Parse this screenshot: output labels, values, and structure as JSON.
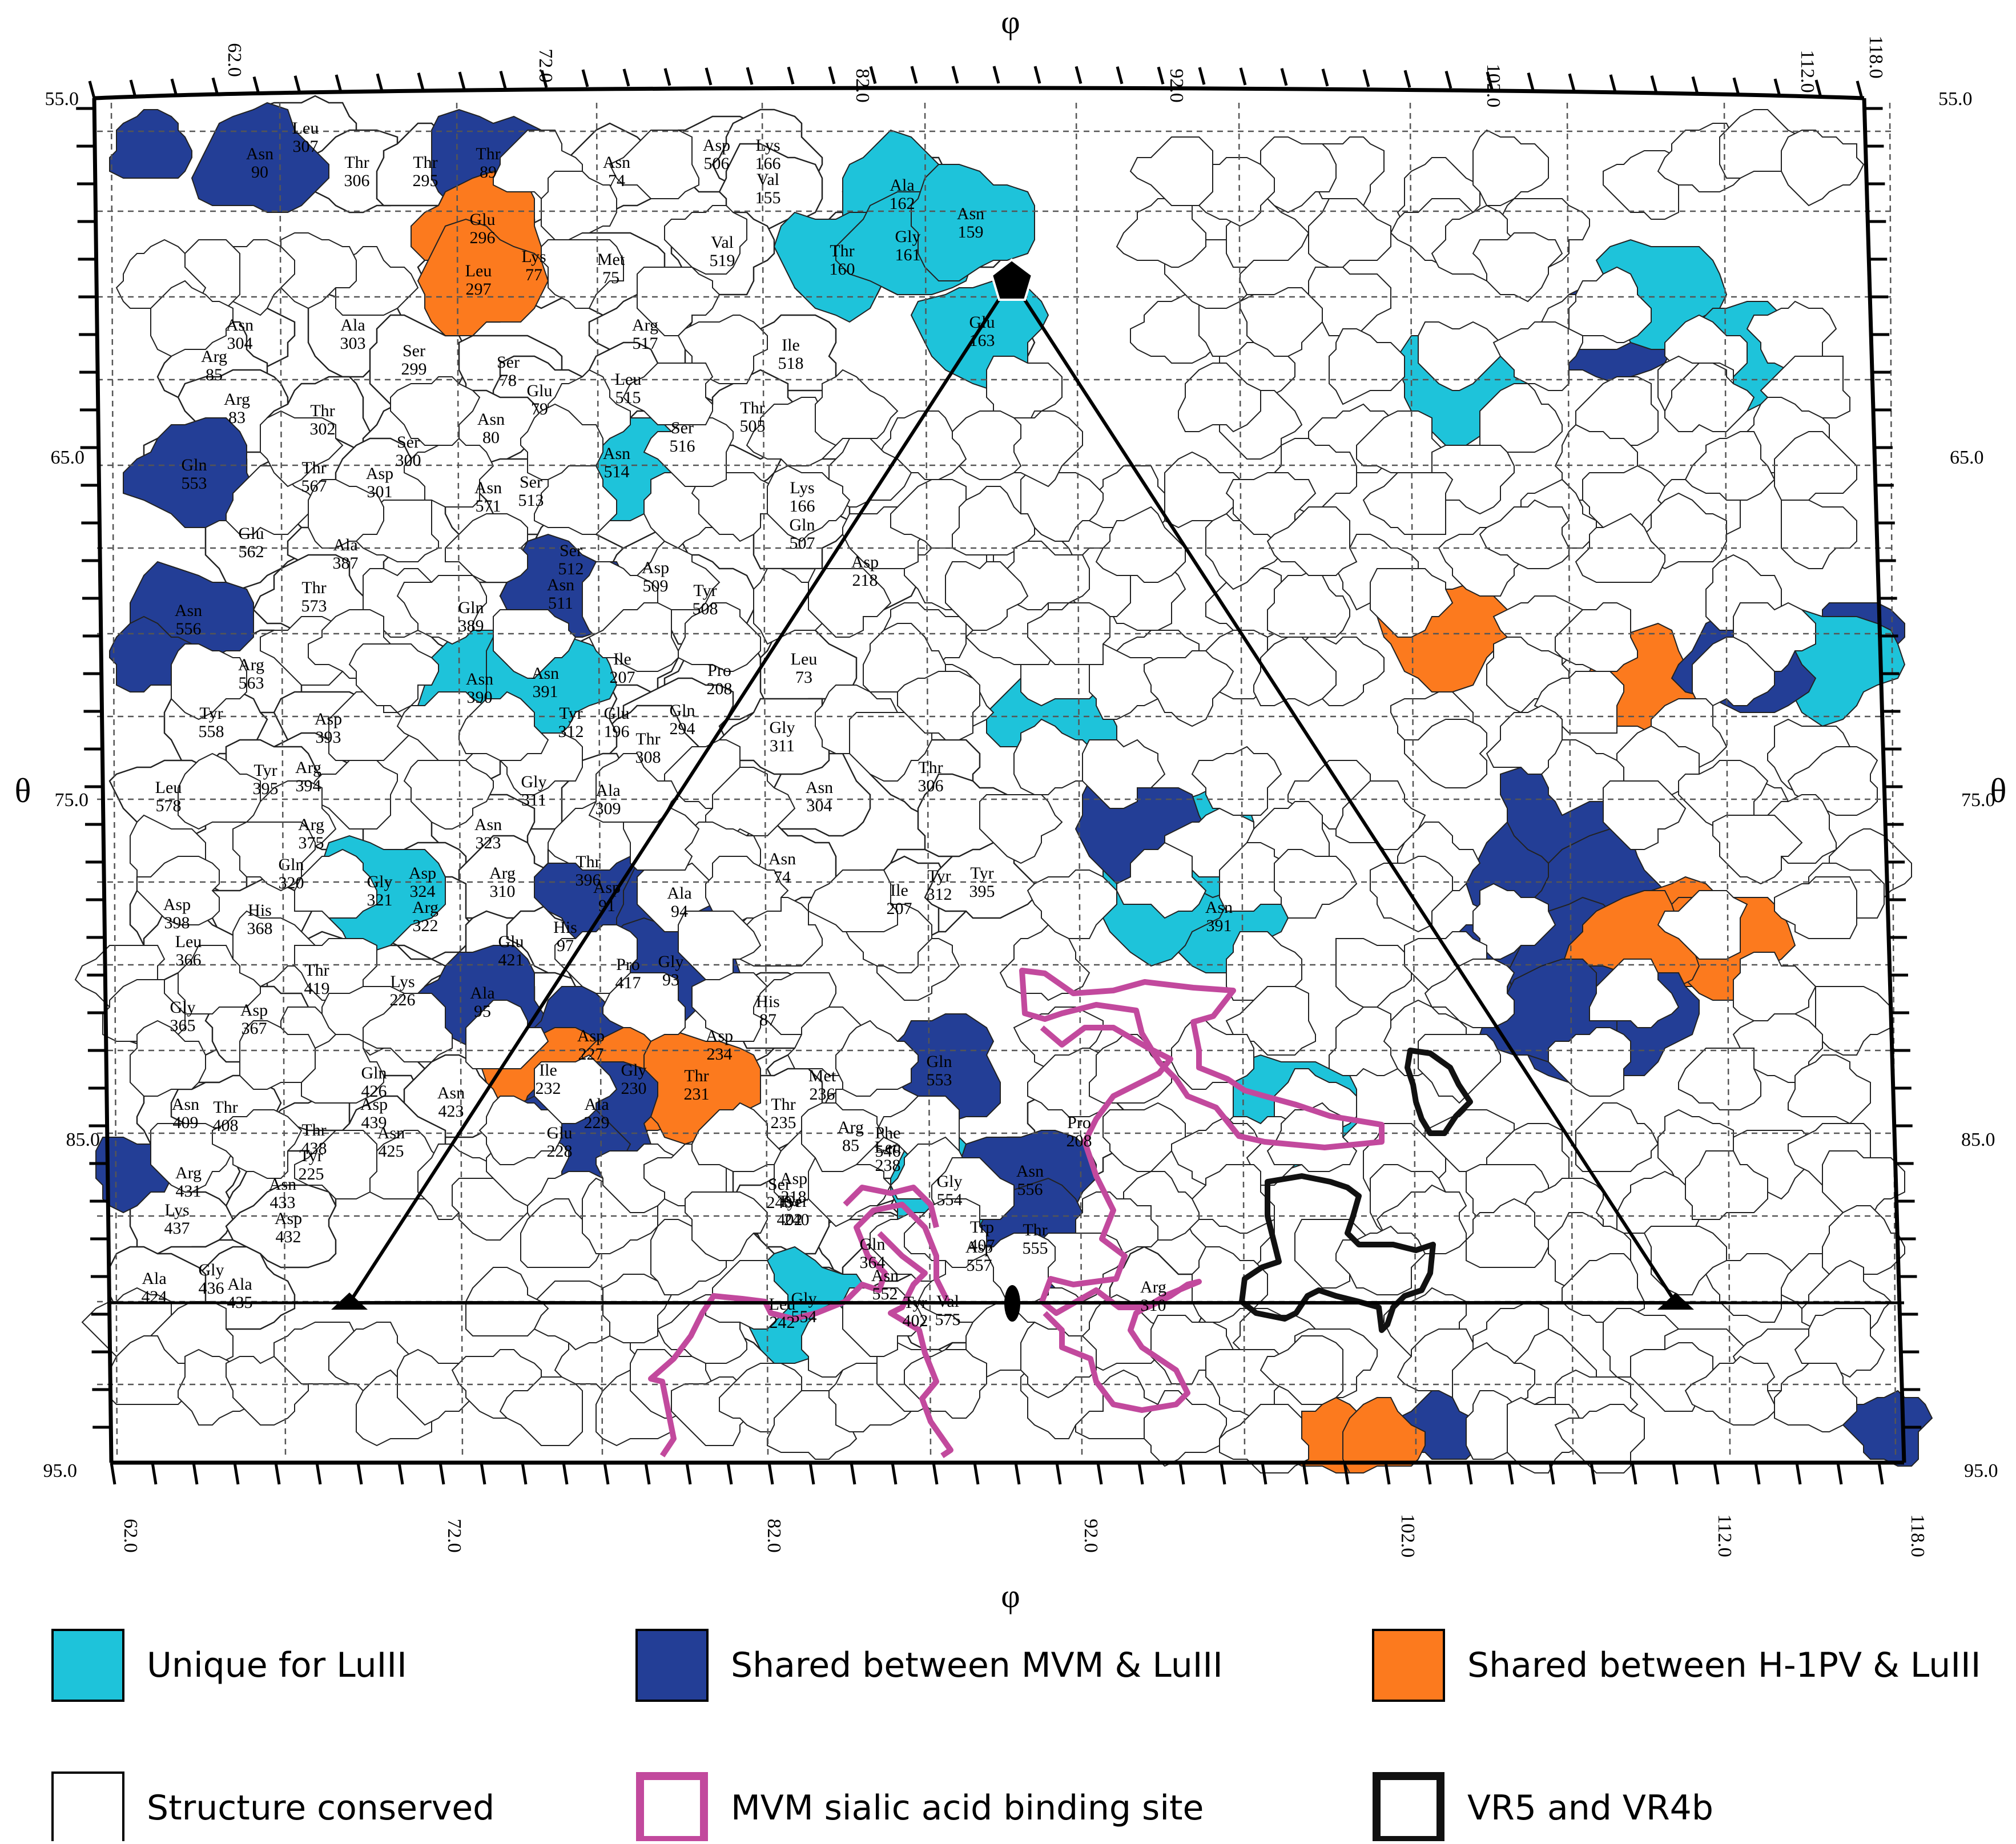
{
  "colors": {
    "unique": "#1ec3da",
    "mvm": "#233e96",
    "h1pv": "#fc7a1e",
    "conserved": "#ffffff",
    "sialic": "#c2499d",
    "vr": "#111111"
  },
  "axes": {
    "phi_symbol": "φ",
    "theta_symbol": "θ",
    "phi_top_ticks": [
      "62.0",
      "72.0",
      "82.0",
      "92.0",
      "102.0",
      "112.0",
      "118.0"
    ],
    "phi_bottom_ticks": [
      "62.0",
      "72.0",
      "82.0",
      "92.0",
      "102.0",
      "112.0",
      "118.0"
    ],
    "theta_ticks": [
      "55.0",
      "65.0",
      "75.0",
      "85.0",
      "95.0"
    ]
  },
  "symmetry": {
    "fivefold": "pentagon-icon",
    "threefold": "triangle-icon",
    "twofold": "ellipse-icon"
  },
  "legend": [
    {
      "key": "unique",
      "label": "Unique for LuIII"
    },
    {
      "key": "mvm",
      "label": "Shared between MVM & LuIII"
    },
    {
      "key": "h1pv",
      "label": "Shared between H-1PV & LuIII"
    },
    {
      "key": "conserved",
      "label": "Structure conserved"
    },
    {
      "key": "sialic",
      "label": "MVM sialic acid binding site"
    },
    {
      "key": "vr",
      "label": "VR5 and VR4b"
    }
  ],
  "residues": [
    {
      "name": "Asn",
      "num": "90",
      "cls": "mvm"
    },
    {
      "name": "Thr",
      "num": "89",
      "cls": "mvm"
    },
    {
      "name": "Leu",
      "num": "307",
      "cls": "conserved"
    },
    {
      "name": "Thr",
      "num": "306",
      "cls": "conserved"
    },
    {
      "name": "Thr",
      "num": "295",
      "cls": "conserved"
    },
    {
      "name": "Glu",
      "num": "296",
      "cls": "h1pv"
    },
    {
      "name": "Leu",
      "num": "297",
      "cls": "h1pv"
    },
    {
      "name": "Lys",
      "num": "77",
      "cls": "conserved"
    },
    {
      "name": "Asn",
      "num": "74",
      "cls": "conserved"
    },
    {
      "name": "Met",
      "num": "75",
      "cls": "conserved"
    },
    {
      "name": "Asp",
      "num": "506",
      "cls": "conserved"
    },
    {
      "name": "Lys",
      "num": "166",
      "cls": "conserved"
    },
    {
      "name": "Val",
      "num": "155",
      "cls": "conserved"
    },
    {
      "name": "Val",
      "num": "519",
      "cls": "conserved"
    },
    {
      "name": "Ala",
      "num": "162",
      "cls": "unique"
    },
    {
      "name": "Thr",
      "num": "160",
      "cls": "unique"
    },
    {
      "name": "Gly",
      "num": "161",
      "cls": "unique"
    },
    {
      "name": "Asn",
      "num": "159",
      "cls": "unique"
    },
    {
      "name": "Glu",
      "num": "163",
      "cls": "unique"
    },
    {
      "name": "Asn",
      "num": "304",
      "cls": "conserved"
    },
    {
      "name": "Ala",
      "num": "303",
      "cls": "conserved"
    },
    {
      "name": "Arg",
      "num": "517",
      "cls": "conserved"
    },
    {
      "name": "Arg",
      "num": "85",
      "cls": "conserved"
    },
    {
      "name": "Ser",
      "num": "299",
      "cls": "conserved"
    },
    {
      "name": "Ser",
      "num": "78",
      "cls": "conserved"
    },
    {
      "name": "Ile",
      "num": "518",
      "cls": "conserved"
    },
    {
      "name": "Leu",
      "num": "515",
      "cls": "conserved"
    },
    {
      "name": "Glu",
      "num": "79",
      "cls": "conserved"
    },
    {
      "name": "Arg",
      "num": "83",
      "cls": "conserved"
    },
    {
      "name": "Thr",
      "num": "302",
      "cls": "conserved"
    },
    {
      "name": "Ser",
      "num": "300",
      "cls": "conserved"
    },
    {
      "name": "Asn",
      "num": "80",
      "cls": "conserved"
    },
    {
      "name": "Ser",
      "num": "516",
      "cls": "conserved"
    },
    {
      "name": "Thr",
      "num": "505",
      "cls": "conserved"
    },
    {
      "name": "Asn",
      "num": "514",
      "cls": "unique"
    },
    {
      "name": "Gln",
      "num": "553",
      "cls": "mvm"
    },
    {
      "name": "Thr",
      "num": "567",
      "cls": "conserved"
    },
    {
      "name": "Asp",
      "num": "301",
      "cls": "conserved"
    },
    {
      "name": "Asn",
      "num": "571",
      "cls": "conserved"
    },
    {
      "name": "Ser",
      "num": "513",
      "cls": "conserved"
    },
    {
      "name": "Lys",
      "num": "166",
      "cls": "conserved"
    },
    {
      "name": "Gln",
      "num": "507",
      "cls": "conserved"
    },
    {
      "name": "Glu",
      "num": "562",
      "cls": "conserved"
    },
    {
      "name": "Ala",
      "num": "387",
      "cls": "conserved"
    },
    {
      "name": "Thr",
      "num": "573",
      "cls": "conserved"
    },
    {
      "name": "Ser",
      "num": "512",
      "cls": "conserved"
    },
    {
      "name": "Gln",
      "num": "389",
      "cls": "conserved"
    },
    {
      "name": "Asn",
      "num": "511",
      "cls": "mvm"
    },
    {
      "name": "Asp",
      "num": "509",
      "cls": "conserved"
    },
    {
      "name": "Tyr",
      "num": "508",
      "cls": "conserved"
    },
    {
      "name": "Asn",
      "num": "556",
      "cls": "mvm"
    },
    {
      "name": "Arg",
      "num": "563",
      "cls": "conserved"
    },
    {
      "name": "Asn",
      "num": "390",
      "cls": "unique"
    },
    {
      "name": "Asn",
      "num": "391",
      "cls": "unique"
    },
    {
      "name": "Ile",
      "num": "207",
      "cls": "conserved"
    },
    {
      "name": "Pro",
      "num": "208",
      "cls": "conserved"
    },
    {
      "name": "Leu",
      "num": "73",
      "cls": "conserved"
    },
    {
      "name": "Glu",
      "num": "196",
      "cls": "conserved"
    },
    {
      "name": "Gln",
      "num": "294",
      "cls": "conserved"
    },
    {
      "name": "Thr",
      "num": "308",
      "cls": "conserved"
    },
    {
      "name": "Tyr",
      "num": "558",
      "cls": "conserved"
    },
    {
      "name": "Asp",
      "num": "393",
      "cls": "conserved"
    },
    {
      "name": "Tyr",
      "num": "312",
      "cls": "conserved"
    },
    {
      "name": "Arg",
      "num": "394",
      "cls": "conserved"
    },
    {
      "name": "Tyr",
      "num": "395",
      "cls": "conserved"
    },
    {
      "name": "Leu",
      "num": "578",
      "cls": "conserved"
    },
    {
      "name": "Gly",
      "num": "311",
      "cls": "conserved"
    },
    {
      "name": "Ala",
      "num": "309",
      "cls": "conserved"
    },
    {
      "name": "Arg",
      "num": "375",
      "cls": "conserved"
    },
    {
      "name": "Asn",
      "num": "323",
      "cls": "conserved"
    },
    {
      "name": "Thr",
      "num": "396",
      "cls": "conserved"
    },
    {
      "name": "Gln",
      "num": "320",
      "cls": "conserved"
    },
    {
      "name": "Gly",
      "num": "321",
      "cls": "unique"
    },
    {
      "name": "Asp",
      "num": "324",
      "cls": "conserved"
    },
    {
      "name": "Arg",
      "num": "310",
      "cls": "conserved"
    },
    {
      "name": "Asp",
      "num": "398",
      "cls": "conserved"
    },
    {
      "name": "His",
      "num": "368",
      "cls": "conserved"
    },
    {
      "name": "Arg",
      "num": "322",
      "cls": "conserved"
    },
    {
      "name": "Leu",
      "num": "366",
      "cls": "conserved"
    },
    {
      "name": "Glu",
      "num": "421",
      "cls": "conserved"
    },
    {
      "name": "His",
      "num": "97",
      "cls": "conserved"
    },
    {
      "name": "Asp",
      "num": "91",
      "cls": "mvm"
    },
    {
      "name": "Ala",
      "num": "94",
      "cls": "mvm"
    },
    {
      "name": "Gly",
      "num": "93",
      "cls": "mvm"
    },
    {
      "name": "Pro",
      "num": "417",
      "cls": "conserved"
    },
    {
      "name": "Thr",
      "num": "419",
      "cls": "conserved"
    },
    {
      "name": "Lys",
      "num": "226",
      "cls": "conserved"
    },
    {
      "name": "Ala",
      "num": "95",
      "cls": "mvm"
    },
    {
      "name": "Asp",
      "num": "227",
      "cls": "mvm"
    },
    {
      "name": "Ile",
      "num": "232",
      "cls": "h1pv"
    },
    {
      "name": "Gly",
      "num": "230",
      "cls": "h1pv"
    },
    {
      "name": "Thr",
      "num": "231",
      "cls": "h1pv"
    },
    {
      "name": "Ala",
      "num": "229",
      "cls": "mvm"
    },
    {
      "name": "Glu",
      "num": "228",
      "cls": "mvm"
    },
    {
      "name": "Asp",
      "num": "234",
      "cls": "conserved"
    },
    {
      "name": "His",
      "num": "87",
      "cls": "conserved"
    },
    {
      "name": "Gly",
      "num": "365",
      "cls": "conserved"
    },
    {
      "name": "Asp",
      "num": "367",
      "cls": "conserved"
    },
    {
      "name": "Gln",
      "num": "426",
      "cls": "conserved"
    },
    {
      "name": "Asp",
      "num": "439",
      "cls": "conserved"
    },
    {
      "name": "Asn",
      "num": "423",
      "cls": "conserved"
    },
    {
      "name": "Asn",
      "num": "409",
      "cls": "conserved"
    },
    {
      "name": "Thr",
      "num": "408",
      "cls": "conserved"
    },
    {
      "name": "Thr",
      "num": "438",
      "cls": "conserved"
    },
    {
      "name": "Asn",
      "num": "425",
      "cls": "conserved"
    },
    {
      "name": "Tyr",
      "num": "225",
      "cls": "conserved"
    },
    {
      "name": "Arg",
      "num": "431",
      "cls": "conserved"
    },
    {
      "name": "Asn",
      "num": "433",
      "cls": "conserved"
    },
    {
      "name": "Lys",
      "num": "437",
      "cls": "conserved"
    },
    {
      "name": "Gly",
      "num": "436",
      "cls": "conserved"
    },
    {
      "name": "Asp",
      "num": "432",
      "cls": "conserved"
    },
    {
      "name": "Ala",
      "num": "435",
      "cls": "conserved"
    },
    {
      "name": "Ala",
      "num": "424",
      "cls": "conserved"
    },
    {
      "name": "Met",
      "num": "236",
      "cls": "conserved"
    },
    {
      "name": "Thr",
      "num": "235",
      "cls": "conserved"
    },
    {
      "name": "Arg",
      "num": "85",
      "cls": "conserved"
    },
    {
      "name": "Leu",
      "num": "238",
      "cls": "conserved"
    },
    {
      "name": "Gln",
      "num": "553",
      "cls": "mvm"
    },
    {
      "name": "Gly",
      "num": "554",
      "cls": "unique"
    },
    {
      "name": "Asn",
      "num": "556",
      "cls": "mvm"
    },
    {
      "name": "Thr",
      "num": "555",
      "cls": "mvm"
    },
    {
      "name": "Asp",
      "num": "557",
      "cls": "conserved"
    },
    {
      "name": "Asp",
      "num": "218",
      "cls": "conserved"
    },
    {
      "name": "Ser",
      "num": "240",
      "cls": "conserved"
    },
    {
      "name": "Gln",
      "num": "364",
      "cls": "conserved"
    },
    {
      "name": "Trp",
      "num": "407",
      "cls": "conserved"
    },
    {
      "name": "Asn",
      "num": "552",
      "cls": "conserved"
    },
    {
      "name": "Leu",
      "num": "242",
      "cls": "conserved"
    },
    {
      "name": "Tyr",
      "num": "402",
      "cls": "conserved"
    },
    {
      "name": "Phe",
      "num": "546",
      "cls": "conserved"
    },
    {
      "name": "Val",
      "num": "575",
      "cls": "conserved"
    },
    {
      "name": "Pro",
      "num": "208",
      "cls": "conserved"
    },
    {
      "name": "Thr",
      "num": "306",
      "cls": "conserved"
    },
    {
      "name": "Asn",
      "num": "304",
      "cls": "conserved"
    },
    {
      "name": "Asn",
      "num": "74",
      "cls": "conserved"
    },
    {
      "name": "Asn",
      "num": "391",
      "cls": "unique"
    },
    {
      "name": "Gly",
      "num": "311",
      "cls": "conserved"
    },
    {
      "name": "Asp",
      "num": "218",
      "cls": "conserved"
    },
    {
      "name": "Ser",
      "num": "240",
      "cls": "conserved"
    },
    {
      "name": "Tyr",
      "num": "402",
      "cls": "conserved"
    },
    {
      "name": "Gly",
      "num": "554",
      "cls": "unique"
    },
    {
      "name": "Arg",
      "num": "310",
      "cls": "conserved"
    },
    {
      "name": "Tyr",
      "num": "312",
      "cls": "conserved"
    },
    {
      "name": "Ile",
      "num": "207",
      "cls": "conserved"
    },
    {
      "name": "Tyr",
      "num": "395",
      "cls": "conserved"
    }
  ]
}
